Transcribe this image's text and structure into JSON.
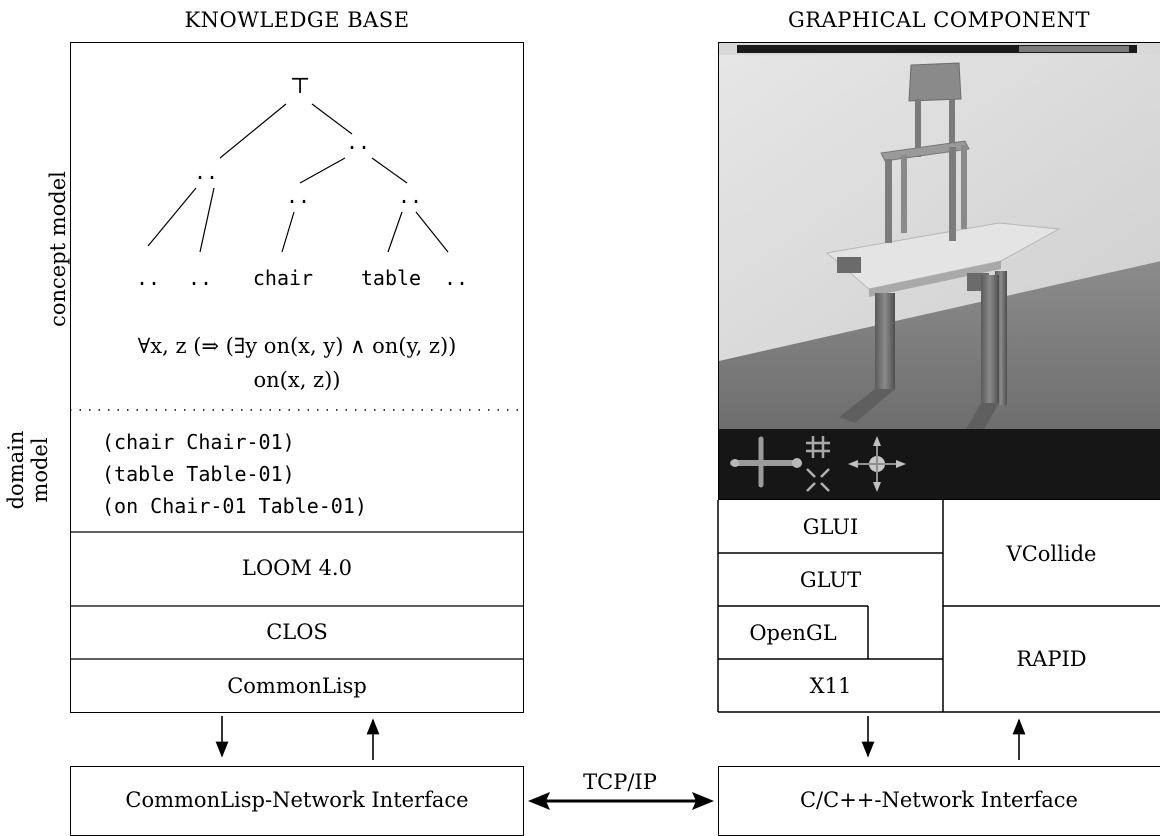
{
  "knowledge_base": {
    "heading": "KNOWLEDGE BASE",
    "concept_model_label": "concept model",
    "domain_model_label_1": "domain",
    "domain_model_label_2": "model",
    "tree": {
      "root": "⊤",
      "dots": "..",
      "leaf_chair": "chair",
      "leaf_table": "table"
    },
    "rule_line1": "∀x, z (⇒ (∃y on(x, y) ∧ on(y, z))",
    "rule_line2": "on(x, z))",
    "domain_facts": [
      "(chair Chair-01)",
      "(table Table-01)",
      "(on Chair-01 Table-01)"
    ],
    "layers": [
      "LOOM 4.0",
      "CLOS",
      "CommonLisp"
    ],
    "network_interface": "CommonLisp-Network Interface"
  },
  "graphical_component": {
    "heading": "GRAPHICAL COMPONENT",
    "screen_title": "N",
    "layers": {
      "glui": "GLUI",
      "glut": "GLUT",
      "opengl": "OpenGL",
      "x11": "X11",
      "vcollide": "VCollide",
      "rapid": "RAPID"
    },
    "network_interface": "C/C++-Network Interface"
  },
  "link_label": "TCP/IP"
}
